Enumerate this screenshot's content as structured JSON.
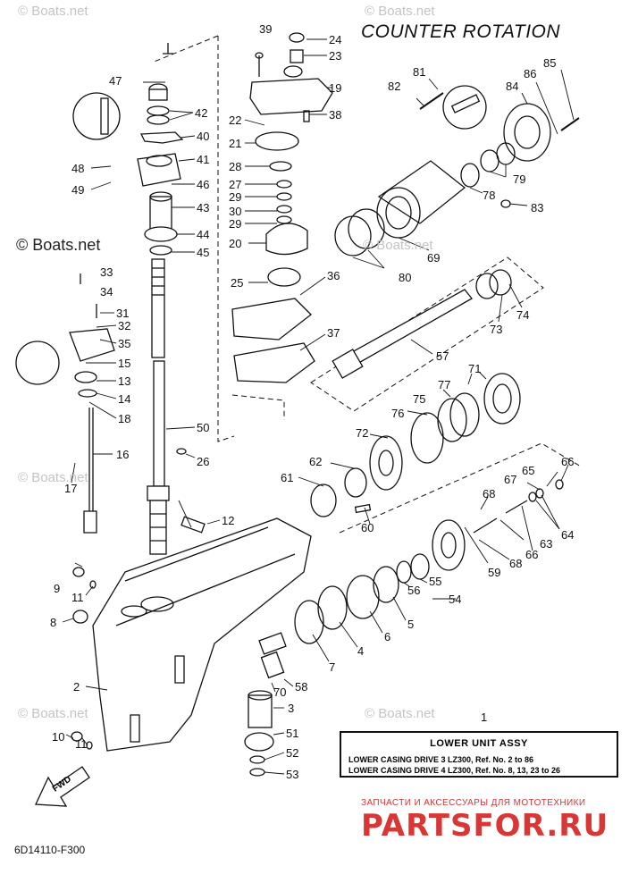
{
  "header": {
    "title": "COUNTER ROTATION"
  },
  "watermarks": {
    "corner": "© Boats.net",
    "side": "© Boats.net"
  },
  "legend": {
    "part_number": "1",
    "title": "LOWER UNIT ASSY",
    "line1": "LOWER CASING DRIVE 3 LZ300, Ref. No. 2 to 86",
    "line2": "LOWER CASING DRIVE 4 LZ300, Ref. No. 8, 13, 23 to 26"
  },
  "diagram_code": "6D14110-F300",
  "fwd_label": "FWD",
  "shop": {
    "tagline": "ЗАПЧАСТИ И АКСЕССУАРЫ ДЛЯ МОТОТЕХНИКИ",
    "logo": "PARTSFOR.RU"
  },
  "callouts": {
    "c2": "2",
    "c3": "3",
    "c4": "4",
    "c5": "5",
    "c6": "6",
    "c7": "7",
    "c8": "8",
    "c9": "9",
    "c10": "10",
    "c11a": "11",
    "c11b": "11",
    "c12": "12",
    "c13": "13",
    "c14": "14",
    "c15": "15",
    "c16": "16",
    "c17": "17",
    "c18": "18",
    "c19": "19",
    "c20": "20",
    "c21": "21",
    "c22": "22",
    "c23": "23",
    "c24": "24",
    "c25": "25",
    "c26": "26",
    "c27": "27",
    "c28": "28",
    "c29a": "29",
    "c29b": "29",
    "c30": "30",
    "c31": "31",
    "c32": "32",
    "c33": "33",
    "c34": "34",
    "c35": "35",
    "c36": "36",
    "c37": "37",
    "c38": "38",
    "c39": "39",
    "c40": "40",
    "c41": "41",
    "c42": "42",
    "c43": "43",
    "c44": "44",
    "c45": "45",
    "c46": "46",
    "c47": "47",
    "c48": "48",
    "c49": "49",
    "c50": "50",
    "c51": "51",
    "c52": "52",
    "c53": "53",
    "c54": "54",
    "c55": "55",
    "c56": "56",
    "c57": "57",
    "c58": "58",
    "c59": "59",
    "c60": "60",
    "c61": "61",
    "c62": "62",
    "c63": "63",
    "c64": "64",
    "c65": "65",
    "c66a": "66",
    "c66b": "66",
    "c67": "67",
    "c68a": "68",
    "c68b": "68",
    "c69": "69",
    "c70": "70",
    "c71": "71",
    "c72": "72",
    "c73": "73",
    "c74": "74",
    "c75": "75",
    "c76": "76",
    "c77": "77",
    "c78": "78",
    "c79": "79",
    "c80": "80",
    "c81": "81",
    "c82": "82",
    "c83": "83",
    "c84": "84",
    "c85": "85",
    "c86": "86"
  }
}
